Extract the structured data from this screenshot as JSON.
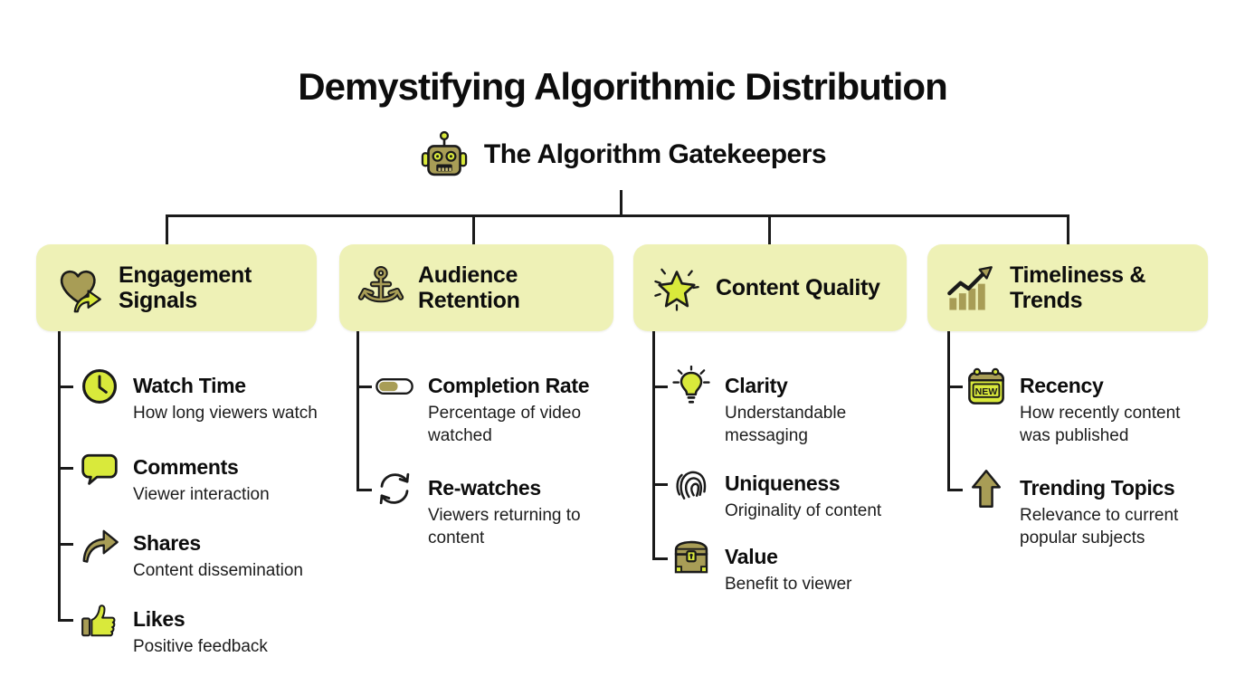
{
  "page": {
    "title": "Demystifying Algorithmic Distribution"
  },
  "root": {
    "label": "The Algorithm Gatekeepers",
    "icon": "robot-icon"
  },
  "colors": {
    "background": "#ffffff",
    "branch_box_fill": "#eef1b6",
    "accent_bright": "#d9e93b",
    "accent_olive": "#a89d56",
    "connector_line": "#1a1a1a",
    "text": "#0d0d0d"
  },
  "branches": [
    {
      "label": "Engagement Signals",
      "icon": "heart-share-icon",
      "items": [
        {
          "title": "Watch Time",
          "description": "How long viewers watch",
          "icon": "clock-icon"
        },
        {
          "title": "Comments",
          "description": "Viewer interaction",
          "icon": "speech-bubble-icon"
        },
        {
          "title": "Shares",
          "description": "Content dissemination",
          "icon": "share-arrow-icon"
        },
        {
          "title": "Likes",
          "description": "Positive feedback",
          "icon": "thumbs-up-icon"
        }
      ]
    },
    {
      "label": "Audience Retention",
      "icon": "anchor-icon",
      "items": [
        {
          "title": "Completion Rate",
          "description": "Percentage of video watched",
          "icon": "progress-bar-icon"
        },
        {
          "title": "Re-watches",
          "description": "Viewers returning to content",
          "icon": "refresh-arrows-icon"
        }
      ]
    },
    {
      "label": "Content Quality",
      "icon": "star-icon",
      "items": [
        {
          "title": "Clarity",
          "description": "Understandable messaging",
          "icon": "lightbulb-icon"
        },
        {
          "title": "Uniqueness",
          "description": "Originality of content",
          "icon": "fingerprint-icon"
        },
        {
          "title": "Value",
          "description": "Benefit to viewer",
          "icon": "treasure-chest-icon"
        }
      ]
    },
    {
      "label": "Timeliness & Trends",
      "icon": "trending-chart-icon",
      "items": [
        {
          "title": "Recency",
          "description": "How recently content was published",
          "icon": "new-calendar-icon",
          "badge": "NEW"
        },
        {
          "title": "Trending Topics",
          "description": "Relevance to current popular subjects",
          "icon": "up-arrow-icon"
        }
      ]
    }
  ]
}
